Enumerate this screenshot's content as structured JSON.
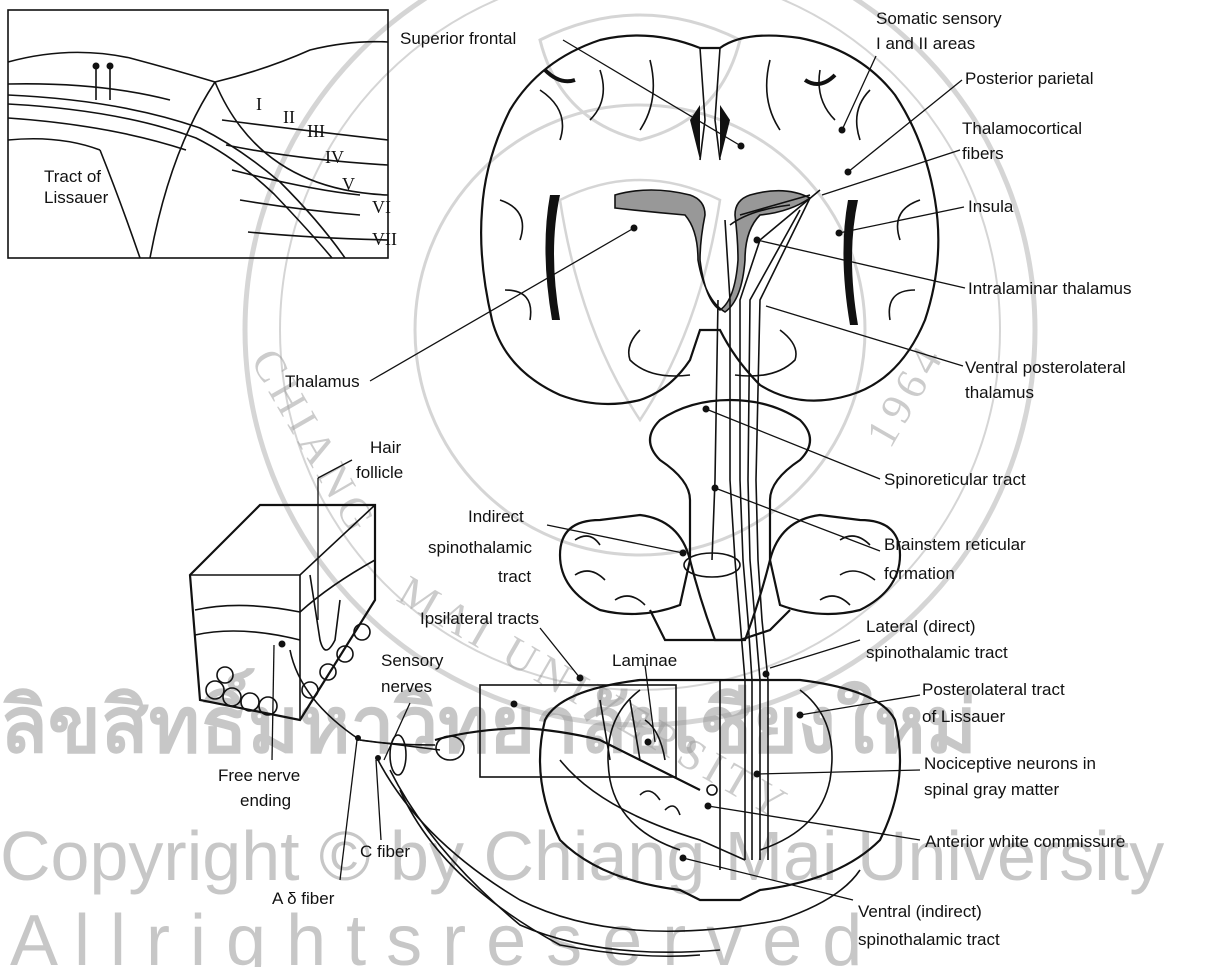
{
  "labels": {
    "tract_of_lissauer": [
      "Tract of",
      "Lissauer"
    ],
    "laminae_numerals": [
      "I",
      "II",
      "III",
      "IV",
      "V",
      "VI",
      "VII"
    ],
    "superior_frontal": "Superior frontal",
    "somatic_sensory": [
      "Somatic sensory",
      "I and II areas"
    ],
    "posterior_parietal": "Posterior parietal",
    "thalamocortical": [
      "Thalamocortical",
      "fibers"
    ],
    "insula": "Insula",
    "intralaminar_thalamus": "Intralaminar thalamus",
    "ventral_posterolateral": [
      "Ventral posterolateral",
      "thalamus"
    ],
    "thalamus": "Thalamus",
    "hair_follicle": [
      "Hair",
      "follicle"
    ],
    "spinoreticular_tract": "Spinoreticular tract",
    "indirect_spinothalamic": [
      "Indirect",
      "spinothalamic",
      "tract"
    ],
    "brainstem_reticular": [
      "Brainstem reticular",
      "formation"
    ],
    "ipsilateral_tracts": "Ipsilateral tracts",
    "lateral_direct": [
      "Lateral (direct)",
      "spinothalamic tract"
    ],
    "sensory_nerves": [
      "Sensory",
      "nerves"
    ],
    "laminae": "Laminae",
    "posterolateral_lissauer": [
      "Posterolateral tract",
      "of Lissauer"
    ],
    "free_nerve_ending": [
      "Free nerve",
      "ending"
    ],
    "nociceptive_neurons": [
      "Nociceptive neurons in",
      "spinal gray matter"
    ],
    "anterior_white_commissure": "Anterior white commissure",
    "c_fiber": "C fiber",
    "a_delta_fiber": "A δ fiber",
    "ventral_indirect": [
      "Ventral (indirect)",
      "spinothalamic tract"
    ]
  },
  "watermark": {
    "line1": "ลิขสิทธิ์มหาวิทยาลัยเชียงใหม่",
    "line2": "Copyright © by Chiang Mai University",
    "line3": "A l l   r i g h t s   r e s e r v e d",
    "seal_text": "CHIANG MAI UNIVERSITY 1964"
  }
}
